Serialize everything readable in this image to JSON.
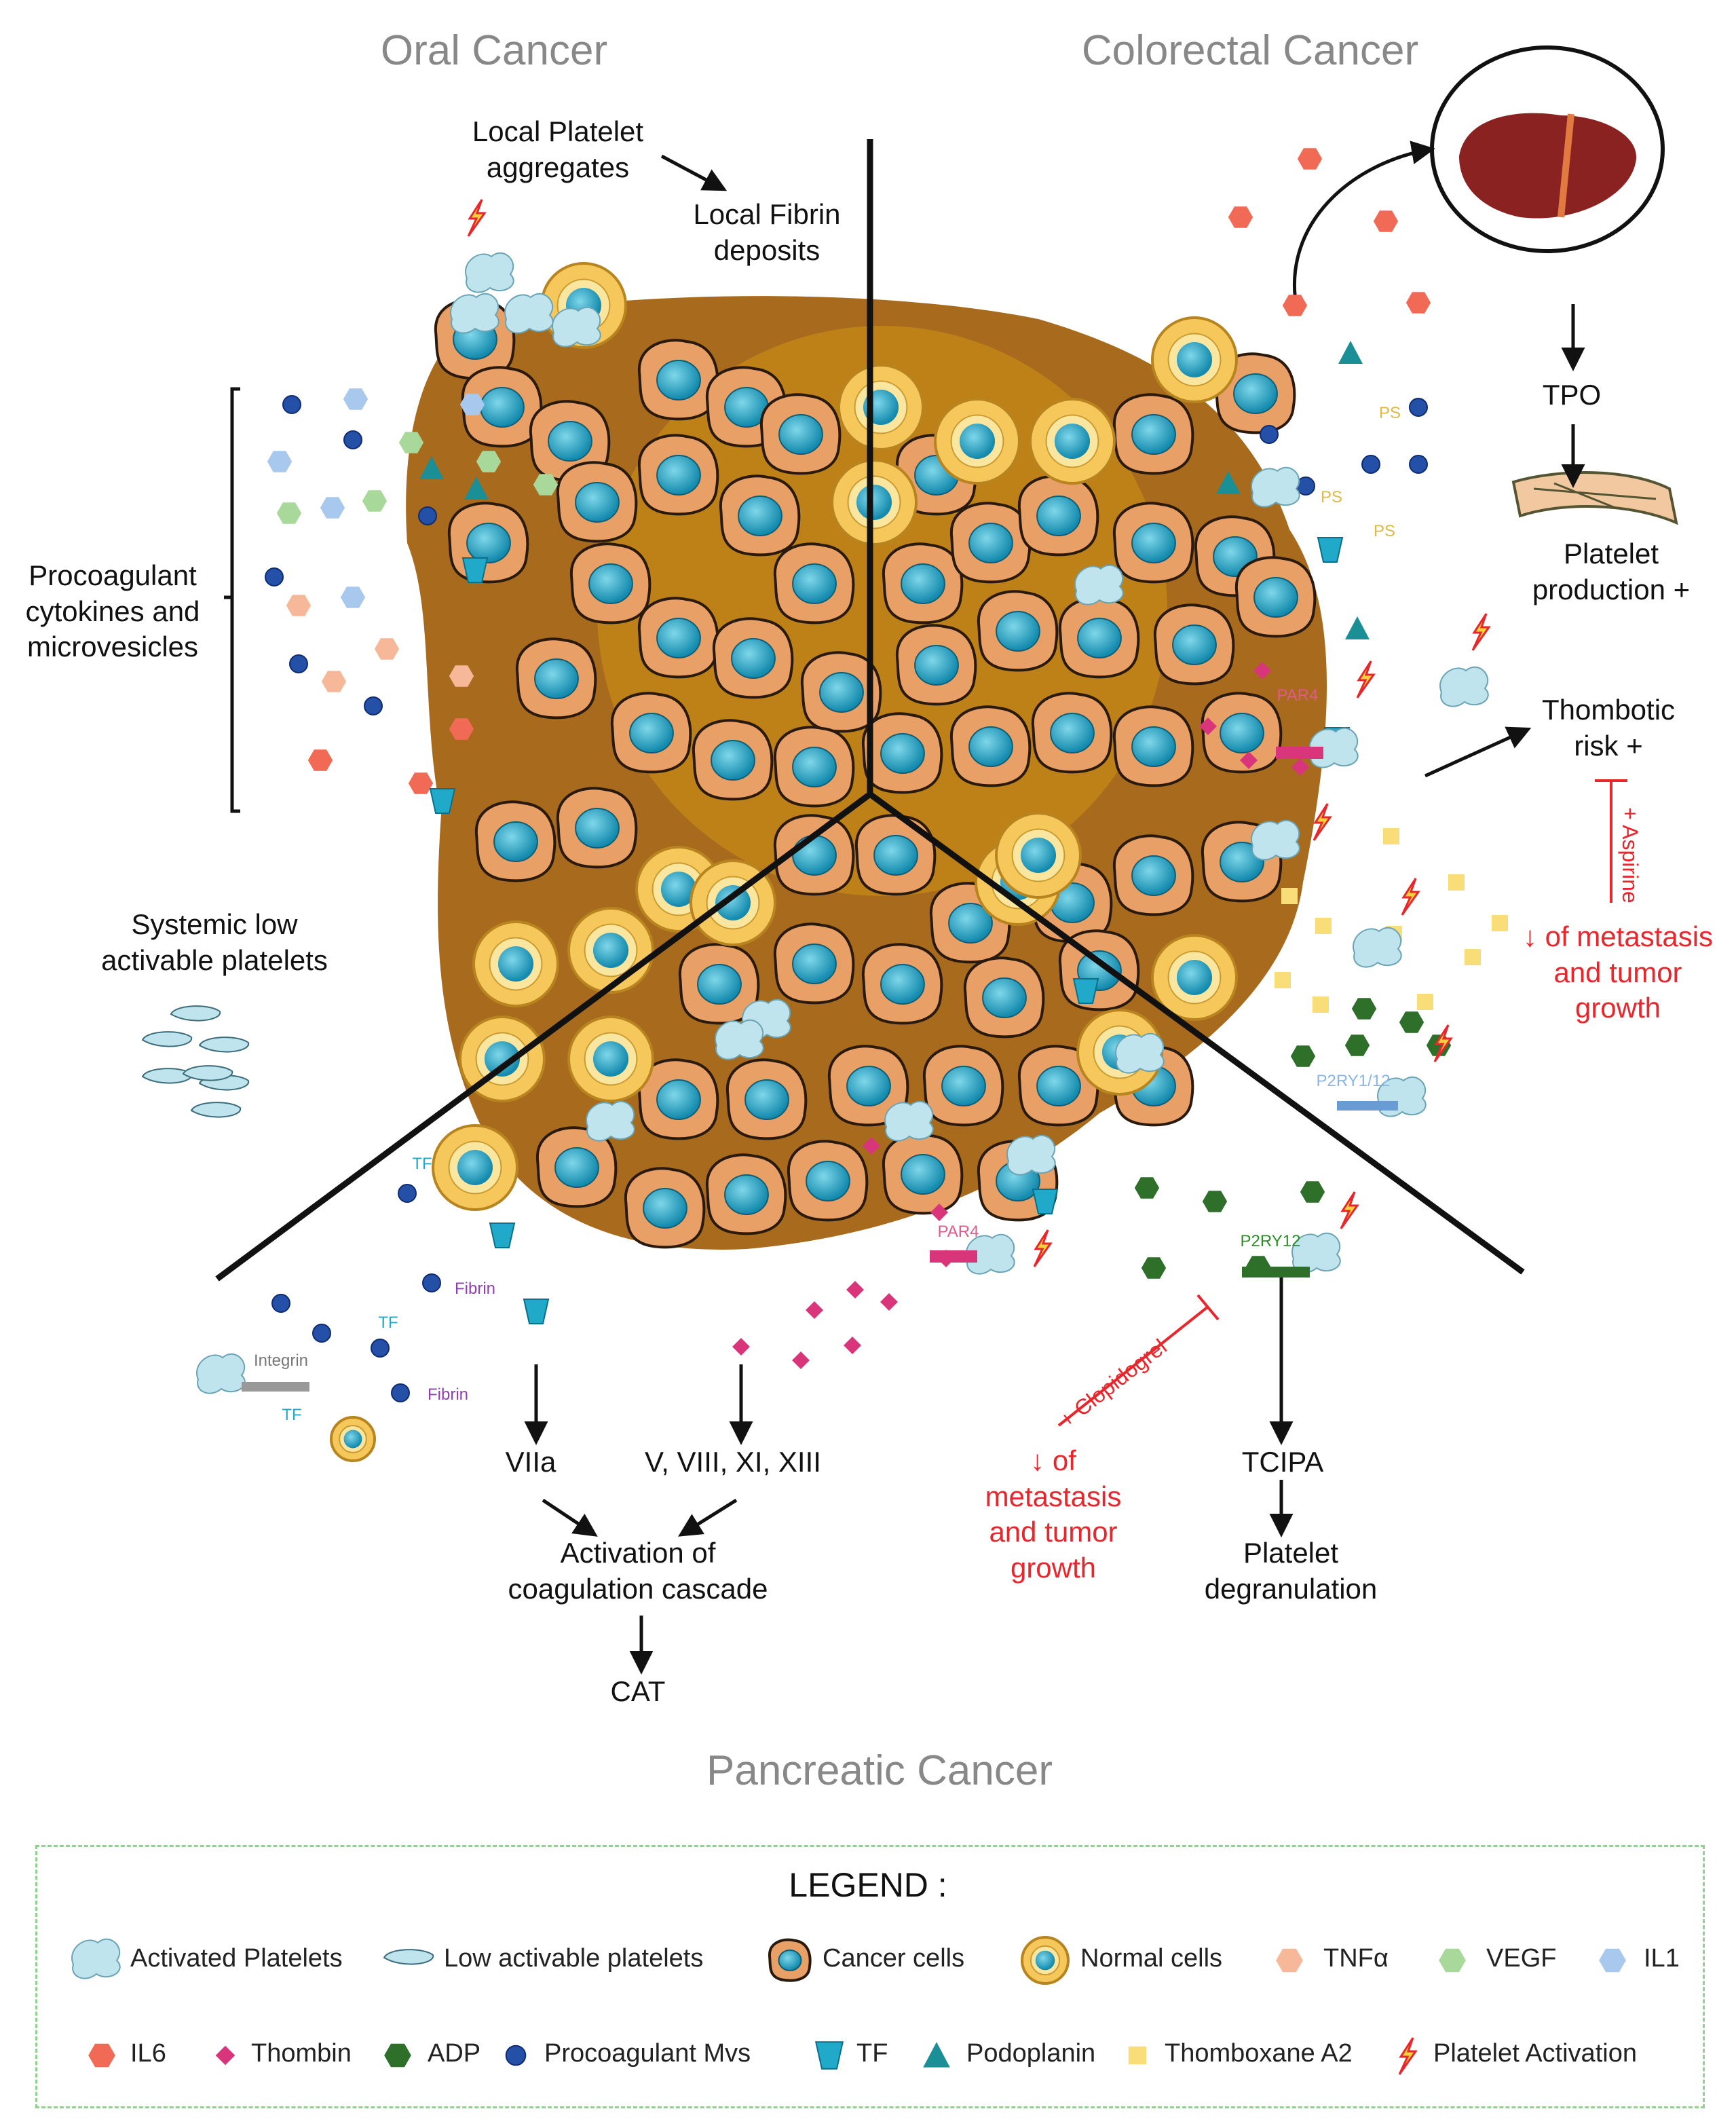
{
  "titles": {
    "oral": "Oral Cancer",
    "colorectal": "Colorectal Cancer",
    "pancreatic": "Pancreatic Cancer"
  },
  "oral": {
    "local_platelet_aggregates": [
      "Local Platelet",
      "aggregates"
    ],
    "local_fibrin_deposits": [
      "Local Fibrin",
      "deposits"
    ],
    "procoagulant": [
      "Procoagulant",
      "cytokines and",
      "microvesicles"
    ],
    "systemic_low": [
      "Systemic low",
      "activable platelets"
    ]
  },
  "colorectal": {
    "tpo": "TPO",
    "platelet_production": [
      "Platelet",
      "production +"
    ],
    "thrombotic_risk": [
      "Thombotic",
      "risk +"
    ],
    "aspirine": "+ Aspirine",
    "metastasis": [
      "↓ of metastasis",
      "and tumor",
      "growth"
    ],
    "ps": "PS",
    "par4": "PAR4",
    "p2ry": "P2RY1/12"
  },
  "pancreatic": {
    "tf": "TF",
    "fibrin": "Fibrin",
    "integrin": "Integrin",
    "viia": "VIIa",
    "factors": "V, VIII, XI, XIII",
    "activation": [
      "Activation of",
      "coagulation cascade"
    ],
    "cat": "CAT",
    "clopidogrel": "+ Clopidogrel",
    "metastasis": [
      "↓ of",
      "metastasis",
      "and tumor",
      "growth"
    ],
    "par4": "PAR4",
    "p2ry12": "P2RY12",
    "tcipa": "TCIPA",
    "degranulation": [
      "Platelet",
      "degranulation"
    ]
  },
  "legend": {
    "title": "LEGEND :",
    "items": [
      {
        "label": "Activated Platelets",
        "icon": "activated-platelet"
      },
      {
        "label": "Low activable platelets",
        "icon": "low-activable-platelet"
      },
      {
        "label": "Cancer cells",
        "icon": "cancer-cell"
      },
      {
        "label": "Normal cells",
        "icon": "normal-cell"
      },
      {
        "label": "TNFα",
        "icon": "hexagon",
        "color": "#f7b89a"
      },
      {
        "label": "VEGF",
        "icon": "hexagon",
        "color": "#a8d89a"
      },
      {
        "label": "IL1",
        "icon": "hexagon",
        "color": "#a9c8ee"
      },
      {
        "label": "IL6",
        "icon": "hexagon",
        "color": "#f06a55"
      },
      {
        "label": "Thombin",
        "icon": "diamond",
        "color": "#d8357a"
      },
      {
        "label": "ADP",
        "icon": "hexagon",
        "color": "#2e6f2a"
      },
      {
        "label": "Procoagulant Mvs",
        "icon": "circle",
        "color": "#2450a8"
      },
      {
        "label": "TF",
        "icon": "trapezoid",
        "color": "#21a9c9"
      },
      {
        "label": "Podoplanin",
        "icon": "triangle",
        "color": "#1a8f96"
      },
      {
        "label": "Thomboxane A2",
        "icon": "square",
        "color": "#f8dd78"
      },
      {
        "label": "Platelet Activation",
        "icon": "lightning"
      }
    ]
  },
  "colors": {
    "title_grey": "#888888",
    "annotation_red": "#e8262c",
    "cancer_cell": "#e8a066",
    "cell_nucleus": "#20a3c6",
    "normal_cell": "#f6c75a",
    "stroma": "#a86a1c",
    "platelet": "#bfe4ee",
    "legend_border": "#8fd18f"
  }
}
